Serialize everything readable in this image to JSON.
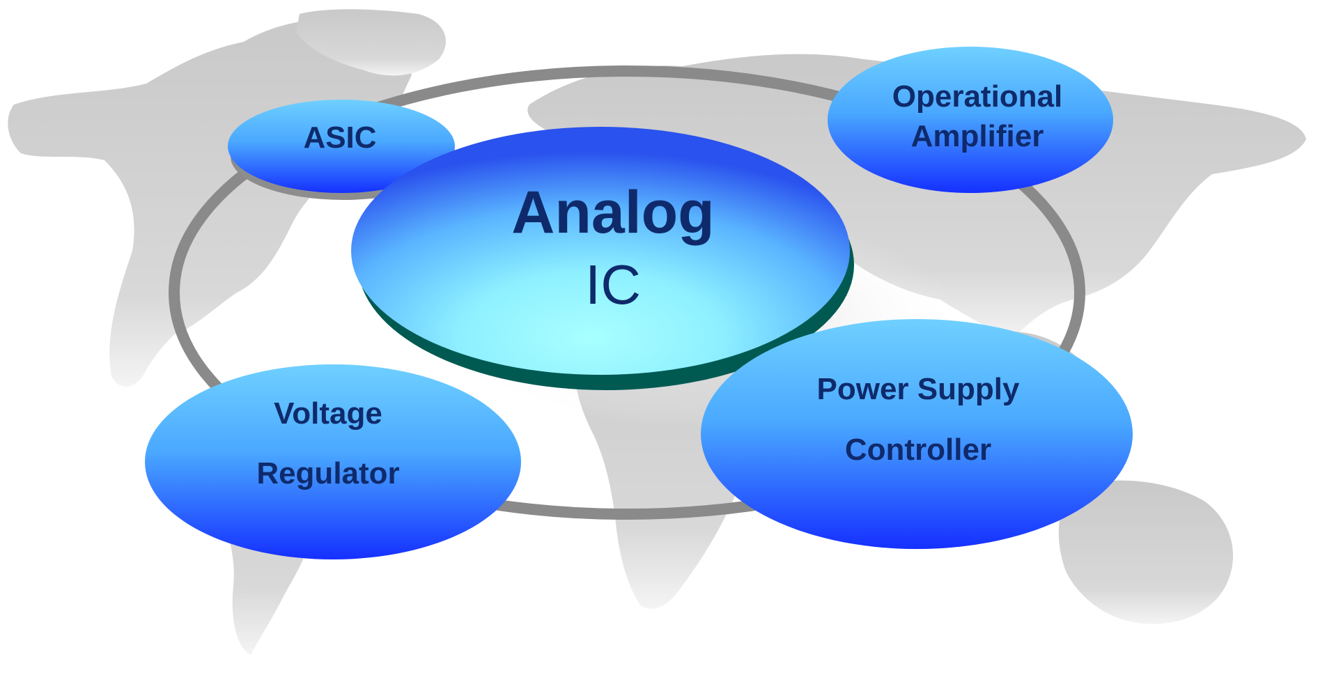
{
  "center": {
    "title": "Analog",
    "subtitle": "IC"
  },
  "nodes": [
    {
      "id": "asic",
      "lines": [
        "ASIC"
      ]
    },
    {
      "id": "operational-amplifier",
      "lines": [
        "Operational",
        "Amplifier"
      ]
    },
    {
      "id": "voltage-regulator",
      "lines": [
        "Voltage",
        "Regulator"
      ]
    },
    {
      "id": "power-supply-controller",
      "lines": [
        "Power Supply",
        "Controller"
      ]
    }
  ],
  "colors": {
    "text": "#0f2a6b",
    "ring": "#8a8a8a",
    "map": "#d4d4d4",
    "bubble_top": "#66c8ff",
    "bubble_bottom": "#1a3cff",
    "center_light": "#9ff8ff",
    "center_dark": "#3a6cf0",
    "center_rim": "#005a52"
  }
}
